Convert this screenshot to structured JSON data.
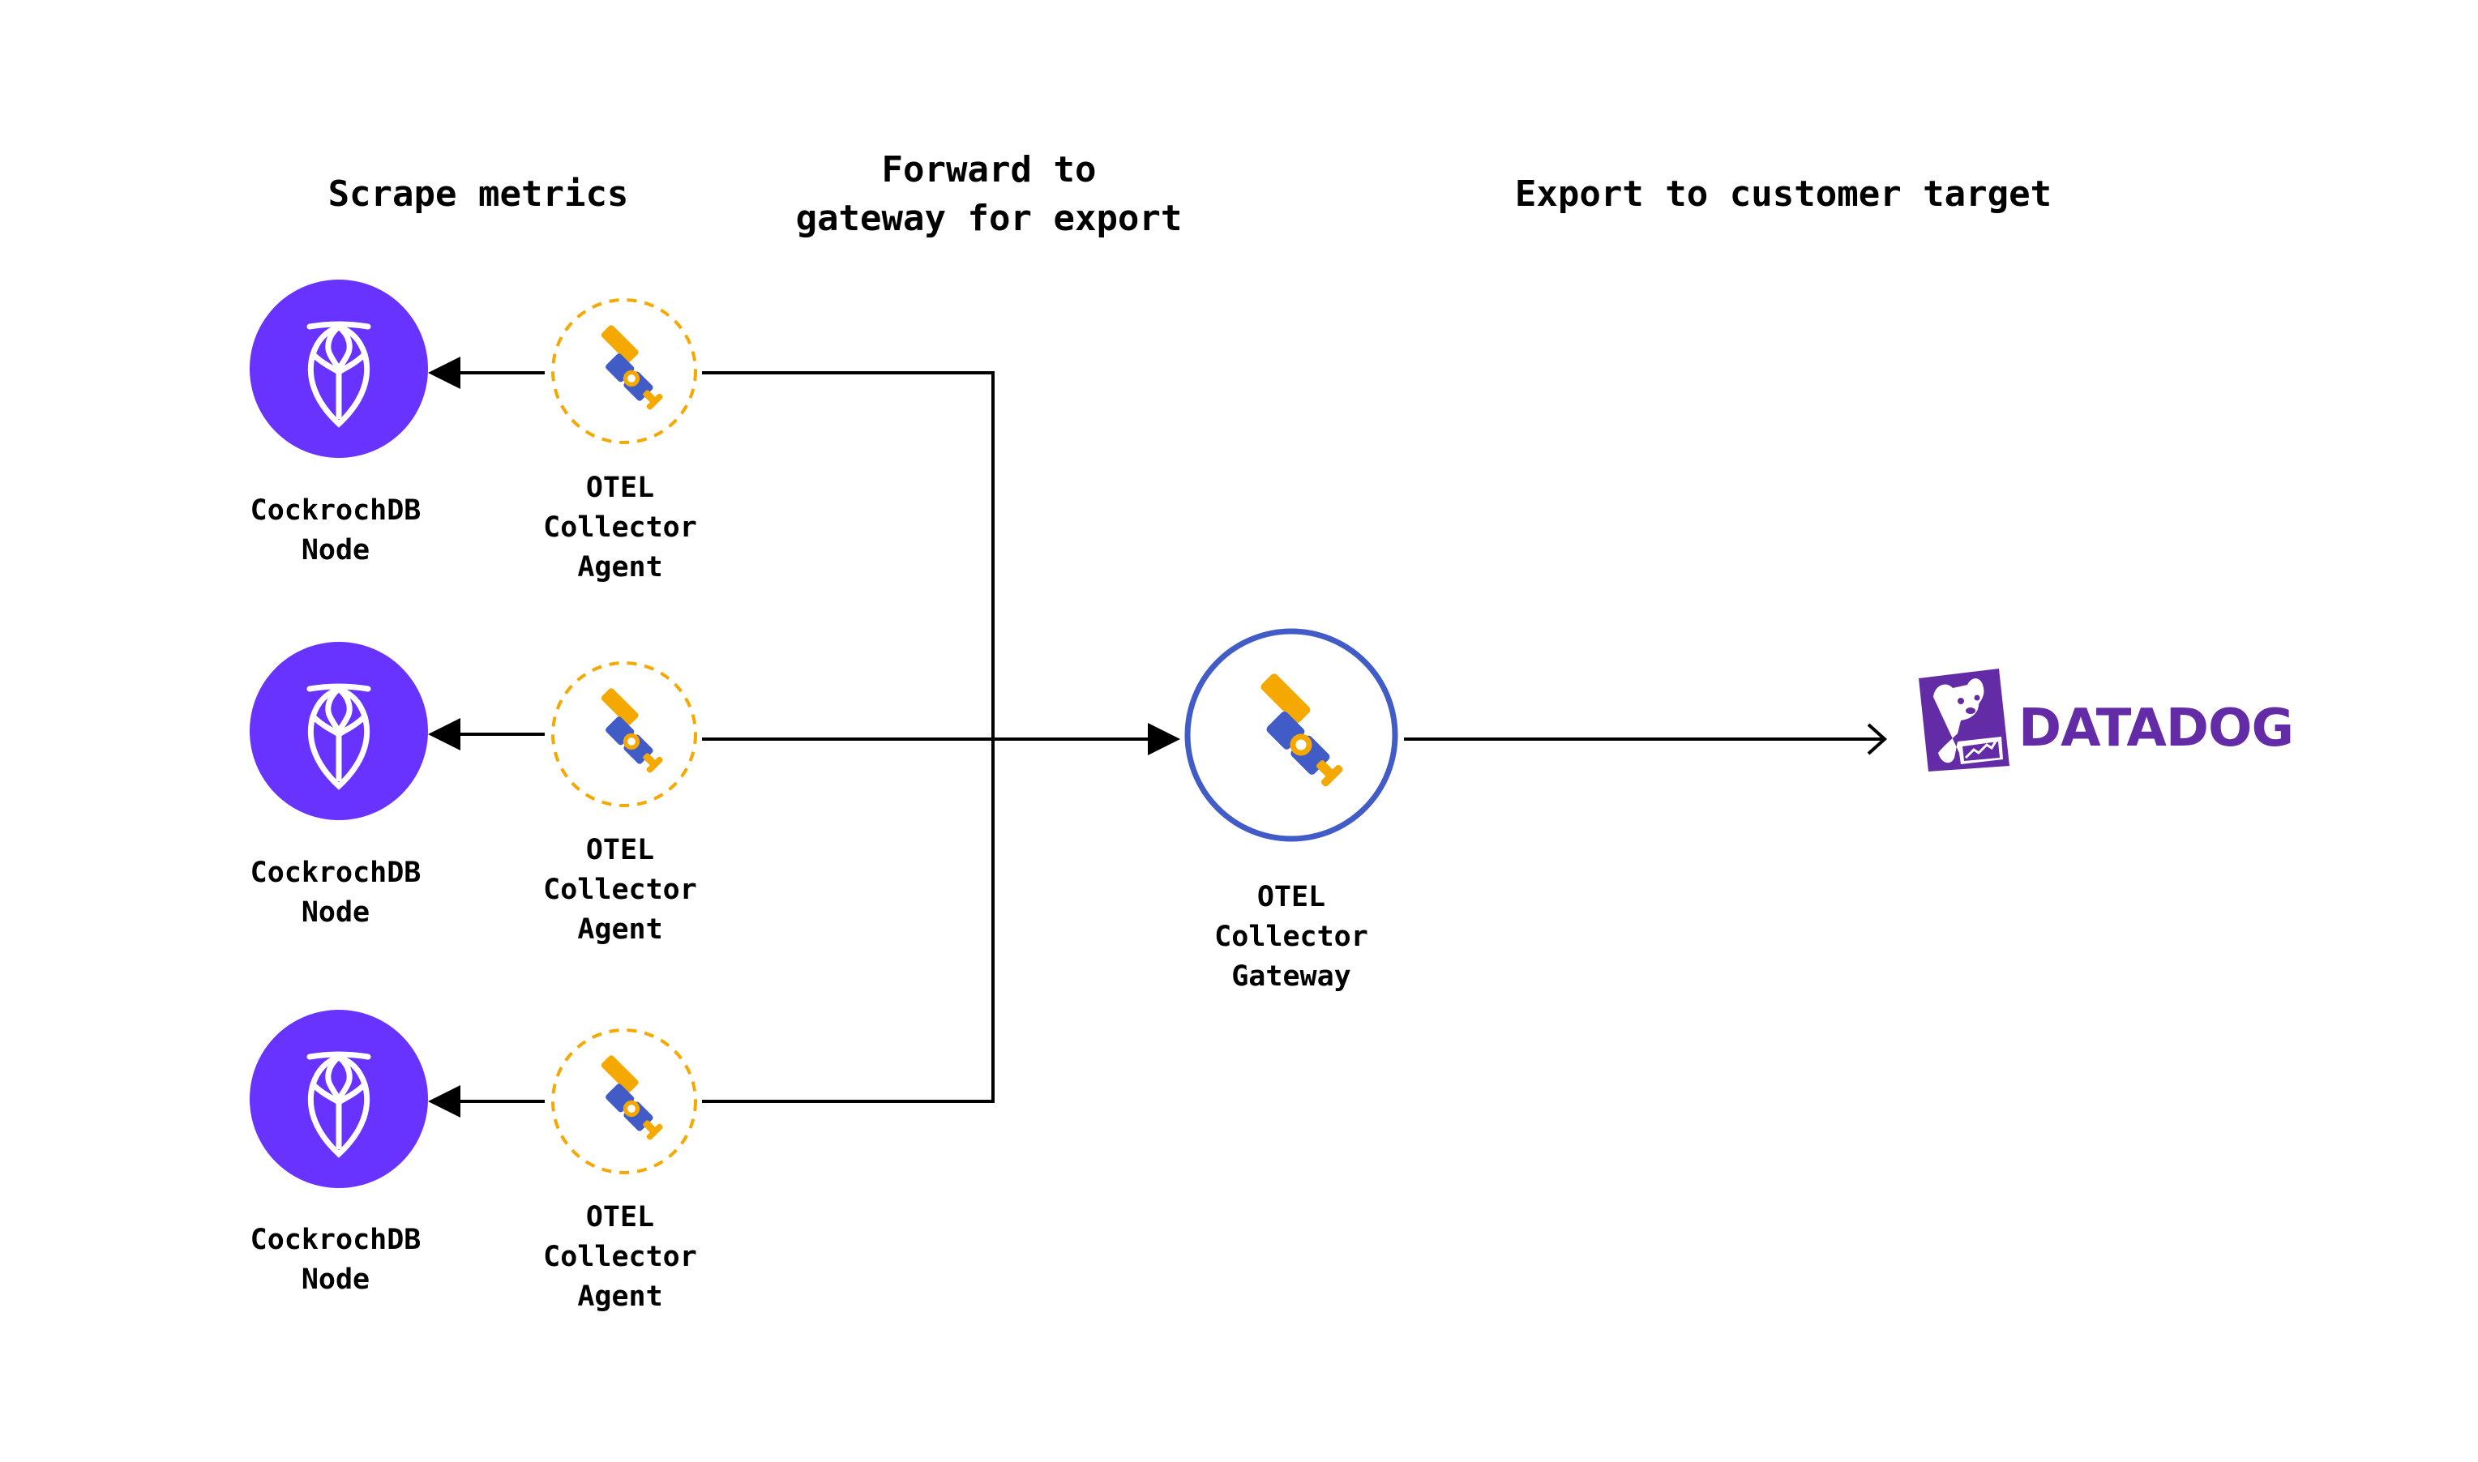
{
  "headers": {
    "scrape": "Scrape metrics",
    "forward_line1": "Forward to",
    "forward_line2": "gateway for export",
    "export": "Export to customer target"
  },
  "nodes": [
    {
      "line1": "CockrochDB",
      "line2": "Node"
    },
    {
      "line1": "CockrochDB",
      "line2": "Node"
    },
    {
      "line1": "CockrochDB",
      "line2": "Node"
    }
  ],
  "agents": [
    {
      "line1": "OTEL",
      "line2": "Collector",
      "line3": "Agent"
    },
    {
      "line1": "OTEL",
      "line2": "Collector",
      "line3": "Agent"
    },
    {
      "line1": "OTEL",
      "line2": "Collector",
      "line3": "Agent"
    }
  ],
  "gateway": {
    "line1": "OTEL",
    "line2": "Collector",
    "line3": "Gateway"
  },
  "target": {
    "name": "DATADOG",
    "icon": "datadog-logo"
  },
  "colors": {
    "cockroach": "#6933ff",
    "otel_yellow": "#f5a800",
    "otel_blue": "#425cc7",
    "datadog": "#632ca6",
    "line": "#000000"
  }
}
